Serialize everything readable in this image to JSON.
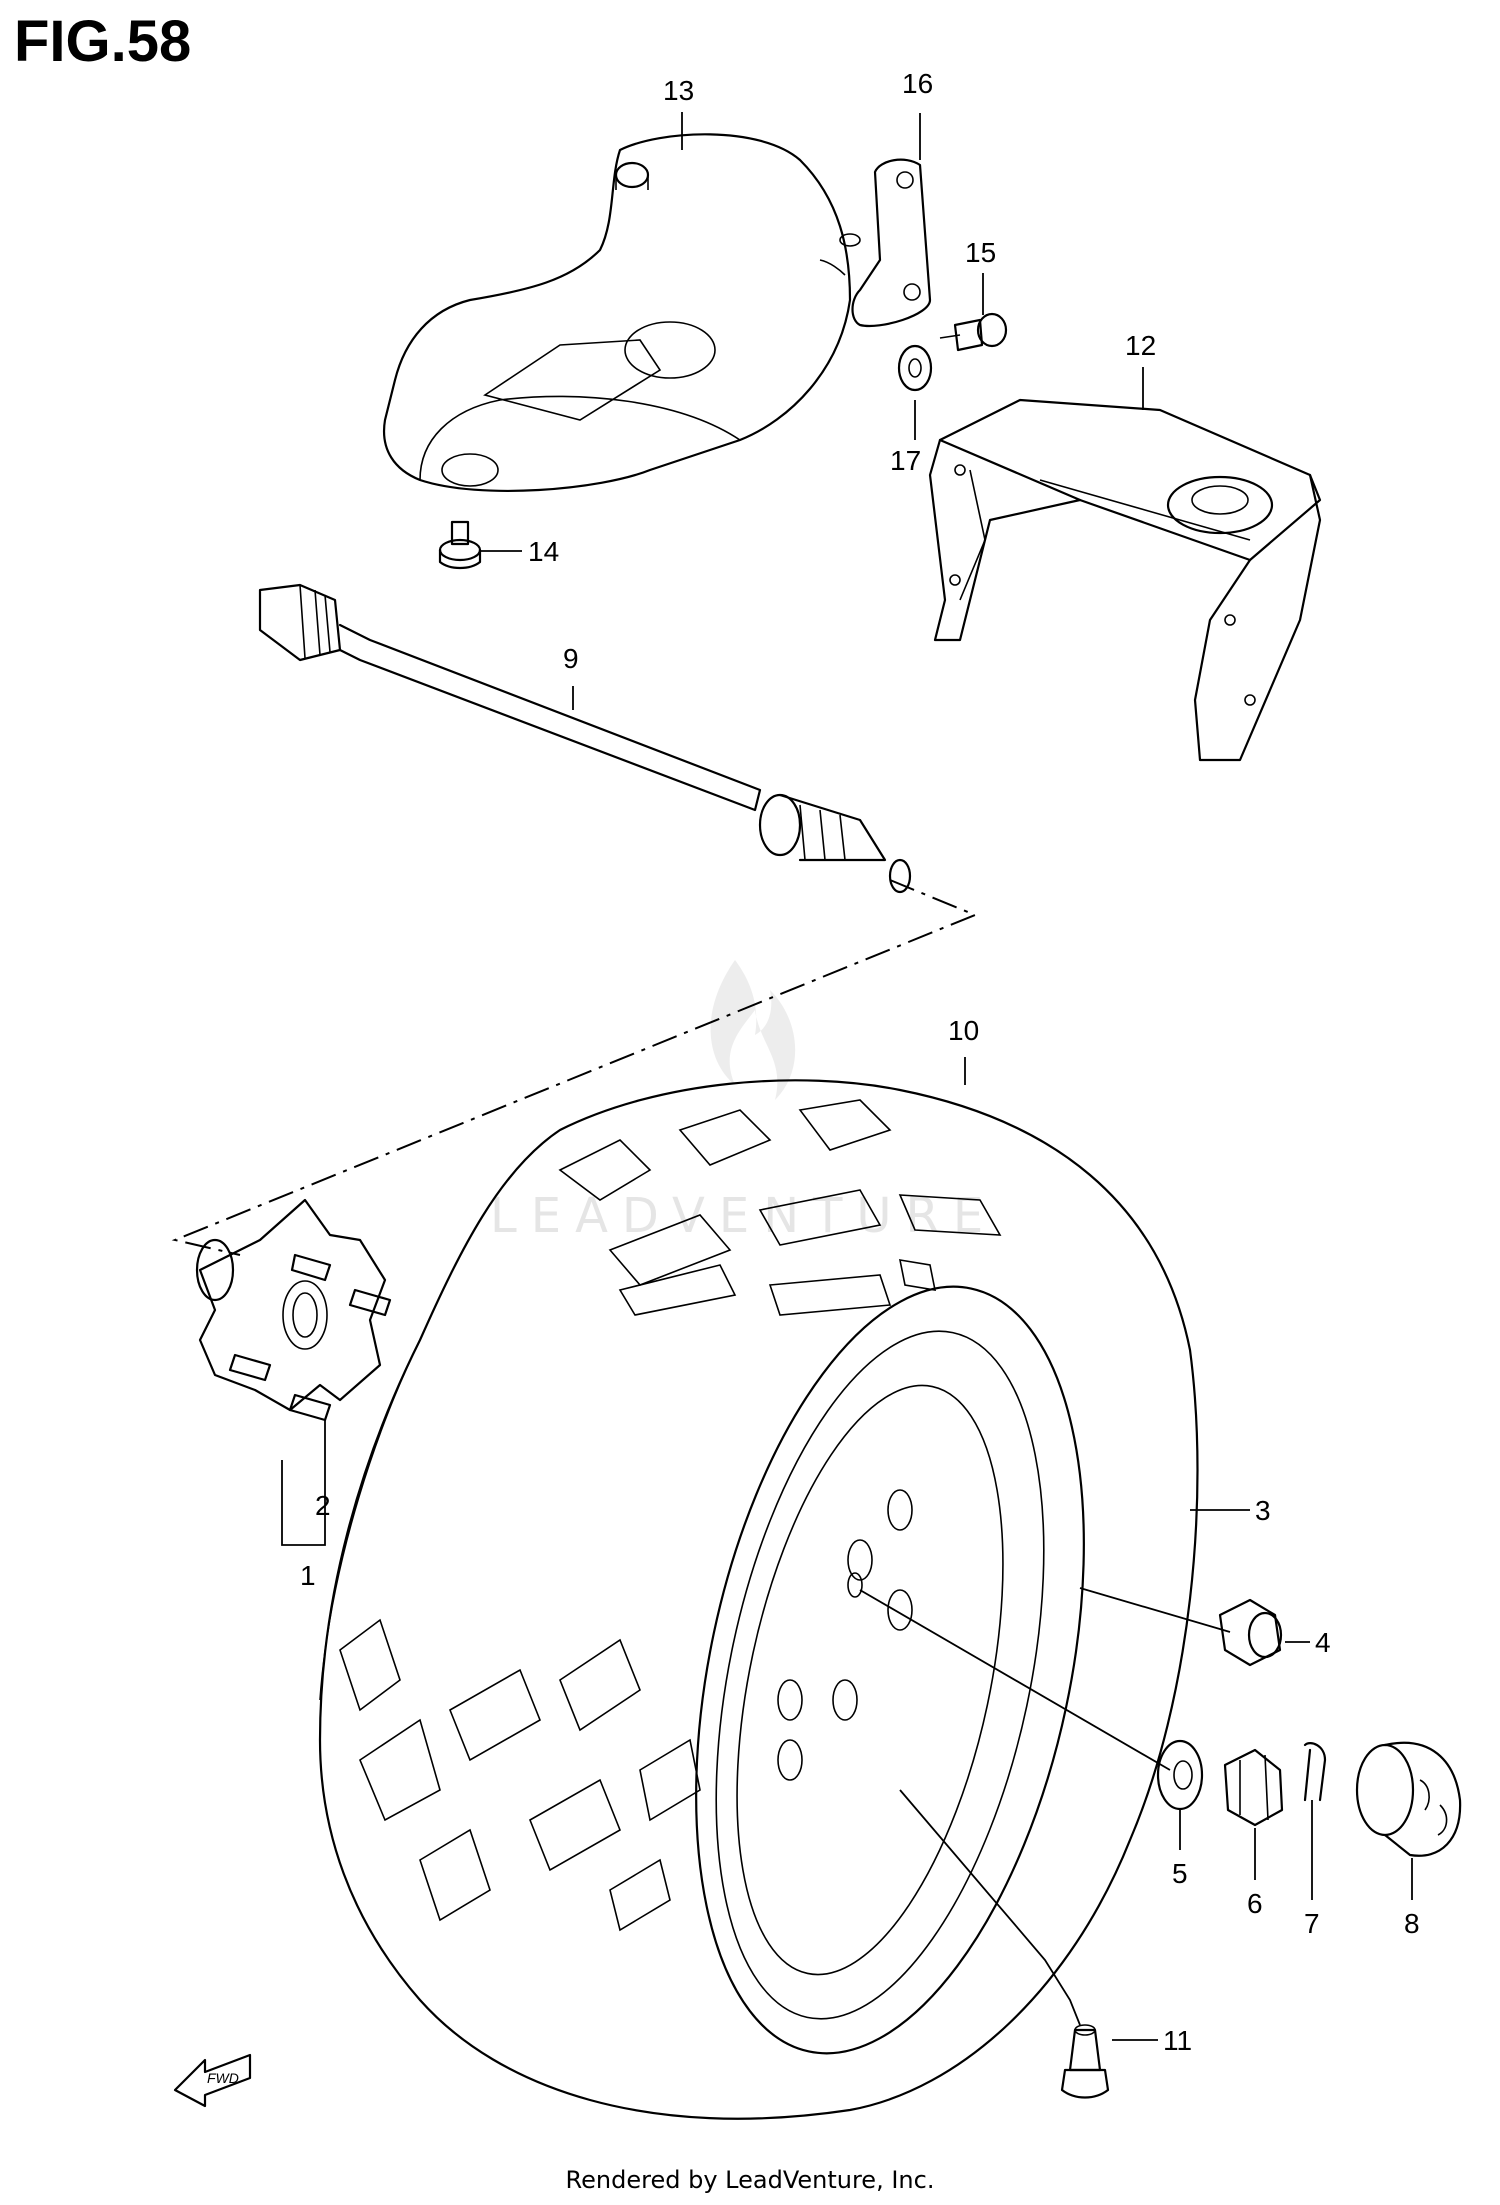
{
  "figure": {
    "title": "FIG.58",
    "footer": "Rendered by LeadVenture, Inc.",
    "watermark": "LEADVENTURE",
    "direction_label": "FWD"
  },
  "callouts": {
    "c1": "1",
    "c2": "2",
    "c3": "3",
    "c4": "4",
    "c5": "5",
    "c6": "6",
    "c7": "7",
    "c8": "8",
    "c9": "9",
    "c10": "10",
    "c11": "11",
    "c12": "12",
    "c13": "13",
    "c14": "14",
    "c15": "15",
    "c16": "16",
    "c17": "17"
  },
  "icons": {
    "fwd_arrow": "fwd-arrow-icon",
    "watermark_logo": "leadventure-flame-logo"
  }
}
